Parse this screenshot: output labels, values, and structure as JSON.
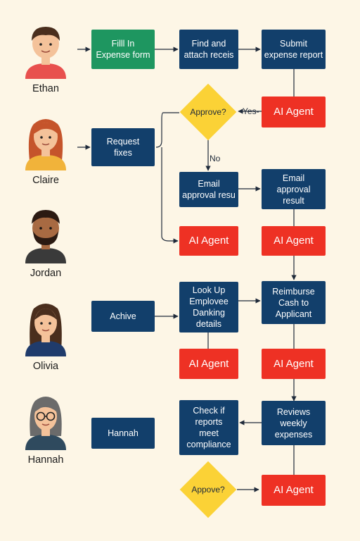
{
  "people": [
    {
      "name": "Ethan",
      "skin": "#f4c29a",
      "hair": "#4a2e1d",
      "shirt": "#e8504e",
      "icon": "avatar-man-short-hair"
    },
    {
      "name": "Claire",
      "skin": "#f4c29a",
      "hair": "#c5542b",
      "shirt": "#f1b33a",
      "icon": "avatar-woman-red-hair"
    },
    {
      "name": "Jordan",
      "skin": "#a86a42",
      "hair": "#2b1a12",
      "shirt": "#3a3a3a",
      "icon": "avatar-man-bearded"
    },
    {
      "name": "Olivia",
      "skin": "#f4c29a",
      "hair": "#4a2e1d",
      "shirt": "#1f3b6b",
      "icon": "avatar-woman-long-hair"
    },
    {
      "name": "Hannah",
      "skin": "#f4c29a",
      "hair": "#6b6b6b",
      "shirt": "#2f4a5e",
      "icon": "avatar-woman-glasses"
    }
  ],
  "steps": {
    "fill_form": "Filll In\nExpense form",
    "find_receipts": "Find and\nattach receis",
    "submit_report": "Submit\nexpense report",
    "agent_1": "AI Agent",
    "request_fixes": "Request\nfixes",
    "email_result_a": "Email\napproval resu",
    "email_result_b": "Email\napproval\nresult",
    "agent_2": "AI Agent",
    "agent_3": "AI Agent",
    "archive": "Achive",
    "lookup_banking": "Look Up\nEmplovee\nDanking\ndetails",
    "reimburse": "Reimburse\nCash to\nApplicant",
    "agent_4": "AI Agent",
    "agent_5": "AI Agent",
    "hannah_box": "Hannah",
    "check_compliance": "Check if\nreports\nmeet\ncompliance",
    "weekly_review": "Reviews\nweekly\nexpenses",
    "agent_6": "AI Agent"
  },
  "decisions": {
    "approve_1": "Approve?",
    "approve_2": "Appove?"
  },
  "edge_labels": {
    "yes": "-Yes-",
    "no": "No"
  },
  "colors": {
    "background": "#fdf6e6",
    "process": "#123f6b",
    "start": "#1e9660",
    "agent": "#ee3124",
    "decision": "#fbd236",
    "connector": "#1f2a3a"
  }
}
